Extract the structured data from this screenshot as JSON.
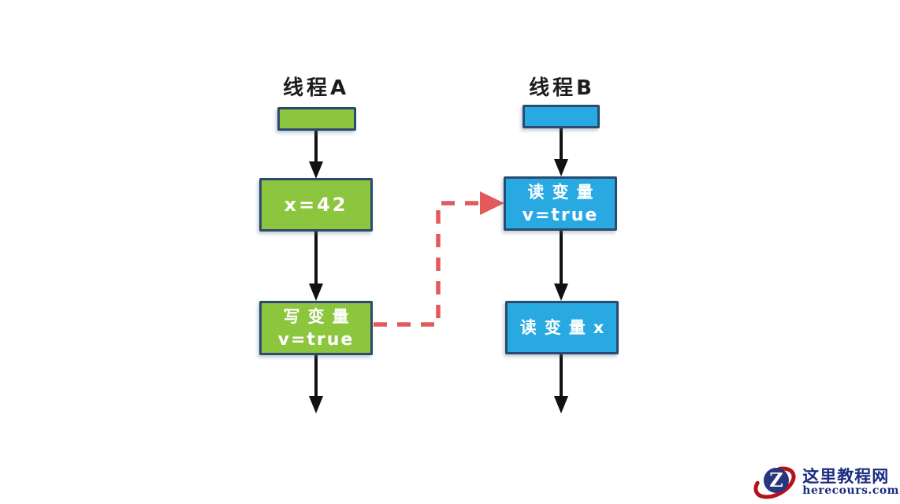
{
  "diagram": {
    "thread_a": {
      "title": "线程A",
      "node1": {
        "line1": "x=42"
      },
      "node2": {
        "line1": "写变量",
        "line2": "v=true"
      }
    },
    "thread_b": {
      "title": "线程B",
      "node1": {
        "line1": "读变量",
        "line2": "v=true"
      },
      "node2": {
        "line1": "读变量x"
      }
    },
    "colors": {
      "thread_a_fill": "#8cc63f",
      "thread_b_fill": "#29a9e1",
      "box_border": "#2b4a70",
      "flow_arrow": "#111111",
      "dashed_arrow": "#e25a5a"
    }
  },
  "watermark": {
    "logo_letter": "Z",
    "site_name": "这里教程网",
    "site_url": "herecours.com"
  }
}
